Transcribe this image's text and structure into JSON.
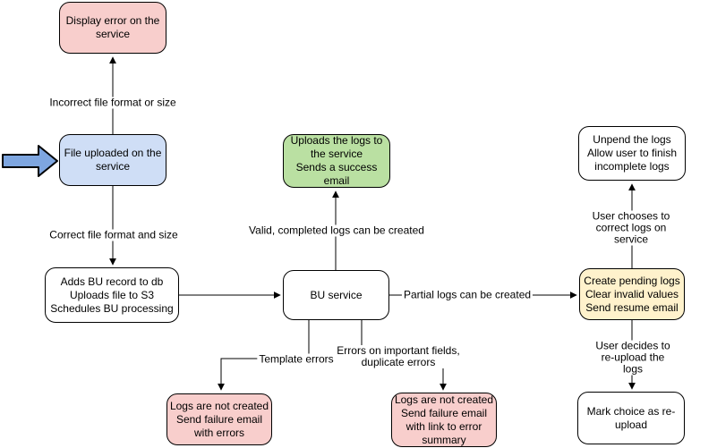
{
  "colors": {
    "pink_fill": "#f8cecc",
    "blue_fill": "#cfdef6",
    "green_fill": "#bae0a2",
    "yellow_fill": "#fff2cc",
    "white_fill": "#ffffff",
    "node_border": "#000000",
    "edge_color": "#000000",
    "input_arrow_fill": "#7ea6e0"
  },
  "nodes": [
    {
      "id": "display-error",
      "text": "Display error on the\nservice"
    },
    {
      "id": "file-uploaded",
      "text": "File uploaded on the\nservice"
    },
    {
      "id": "adds-bu-record",
      "text": "Adds BU record to db\nUploads file to S3\nSchedules BU processing"
    },
    {
      "id": "bu-service",
      "text": "BU service"
    },
    {
      "id": "uploads-logs-success",
      "text": "Uploads the logs to\nthe service\nSends a success\nemail"
    },
    {
      "id": "unpend-logs",
      "text": "Unpend the logs\nAllow user to finish\nincomplete logs"
    },
    {
      "id": "create-pending-logs",
      "text": "Create pending logs\nClear invalid values\nSend resume email"
    },
    {
      "id": "mark-choice-reupload",
      "text": "Mark choice as re-\nupload"
    },
    {
      "id": "logs-not-created-errors",
      "text": "Logs are not created\nSend failure email\nwith errors"
    },
    {
      "id": "logs-not-created-summary",
      "text": "Logs are not created\nSend failure email\nwith link to error\nsummary"
    }
  ],
  "edge_labels": [
    {
      "text": "Incorrect file format or size"
    },
    {
      "text": "Correct file format and size"
    },
    {
      "text": "Valid, completed logs can be created"
    },
    {
      "text": "Partial logs can be created"
    },
    {
      "text": "Template errors"
    },
    {
      "text": "Errors on important fields,\nduplicate errors"
    },
    {
      "text": "User chooses to correct logs on service"
    },
    {
      "text": "User decides to re-upload the logs"
    }
  ]
}
